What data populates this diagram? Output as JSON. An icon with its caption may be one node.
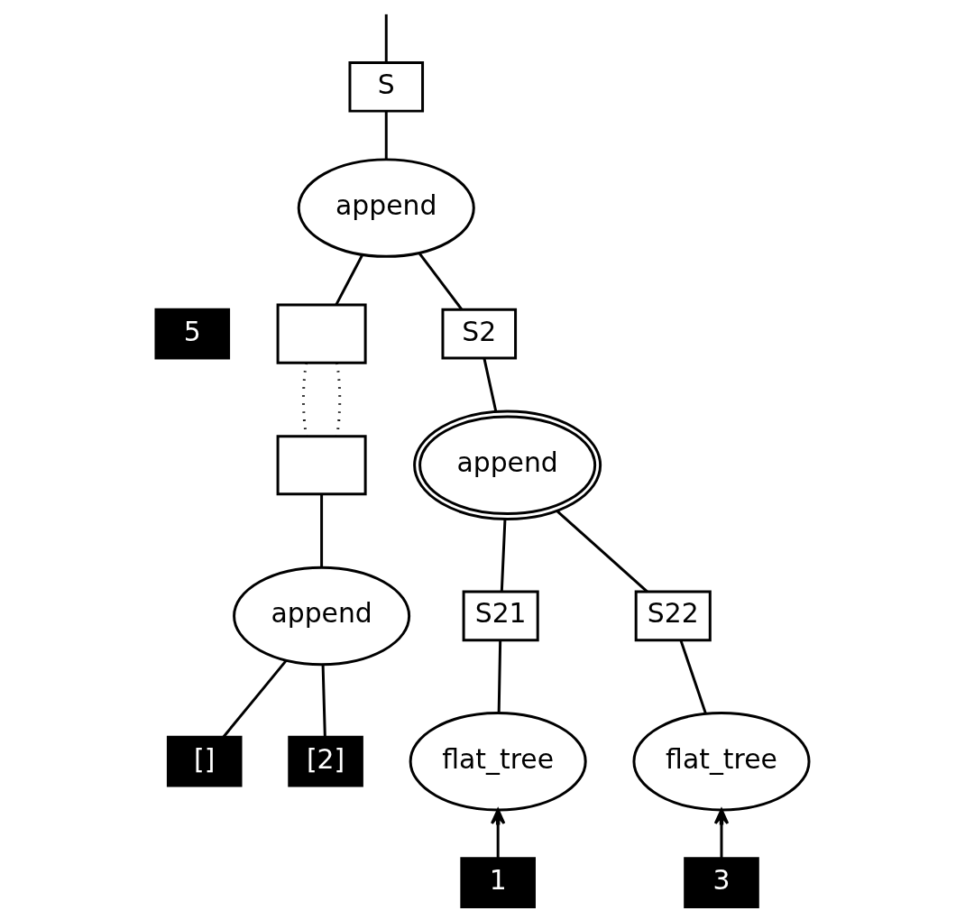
{
  "diagram": {
    "nodes": [
      {
        "text": [
          "S"
        ]
      },
      {
        "text": [
          "append"
        ]
      },
      {
        "text": [
          "5"
        ]
      },
      {
        "text": [],
        "shape": "box"
      },
      {
        "text": [],
        "shape": "box"
      },
      {
        "text": [
          "append"
        ]
      },
      {
        "text": [
          "[]"
        ]
      },
      {
        "text": [
          "[2]"
        ]
      },
      {
        "text": [
          "S2"
        ]
      },
      {
        "text": [
          "append"
        ]
      },
      {
        "text": [
          "S21"
        ]
      },
      {
        "text": [
          "S22"
        ]
      },
      {
        "text": [
          "flat_tree"
        ]
      },
      {
        "text": [
          "flat_tree"
        ]
      },
      {
        "text": [
          "1"
        ]
      },
      {
        "text": [
          "3"
        ]
      }
    ],
    "edges": [
      {
        "from": null,
        "to": 0,
        "arrow": "none"
      },
      {
        "from": 0,
        "to": 1,
        "arrow": "none"
      },
      {
        "from": 1,
        "to": 3,
        "arrow": "none"
      },
      {
        "from": 3,
        "to": 4,
        "arrow": "none",
        "style": "dashed"
      },
      {
        "from": 3,
        "to": 4,
        "arrow": "none",
        "style": "dashed"
      },
      {
        "from": 4,
        "to": 5,
        "arrow": "none"
      },
      {
        "from": 5,
        "to": 6,
        "arrow": "none"
      },
      {
        "from": 5,
        "to": 7,
        "arrow": "none"
      },
      {
        "from": 1,
        "to": 8,
        "arrow": "none"
      },
      {
        "from": 8,
        "to": 9,
        "arrow": "none"
      },
      {
        "from": 9,
        "to": 10,
        "arrow": "none"
      },
      {
        "from": 9,
        "to": 11,
        "arrow": "none"
      },
      {
        "from": 10,
        "to": 12,
        "arrow": "none"
      },
      {
        "from": 11,
        "to": 13,
        "arrow": "none"
      },
      {
        "from": 14,
        "to": 12,
        "arrow": "to"
      },
      {
        "from": 15,
        "to": 13,
        "arrow": "to"
      }
    ]
  }
}
